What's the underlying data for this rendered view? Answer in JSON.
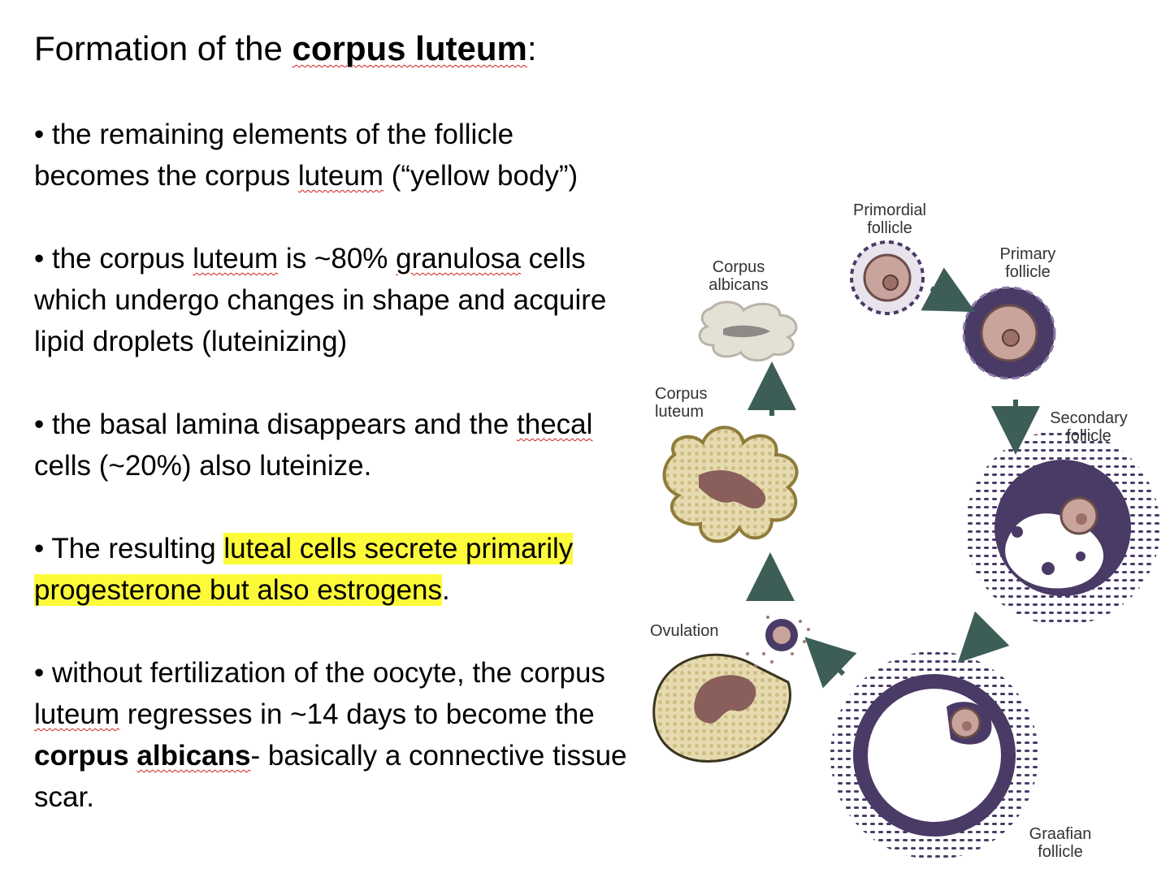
{
  "title": {
    "prefix": "Formation of the ",
    "bold": "corpus luteum",
    "suffix": ":"
  },
  "bullets": [
    {
      "p1": "• the remaining elements of the follicle becomes the corpus ",
      "s1": "luteum",
      "p2": " (“yellow body”)"
    },
    {
      "p1": "• the corpus ",
      "s1": "luteum",
      "p2": " is ~80% ",
      "s2": "granulosa",
      "p3": " cells which undergo changes in shape and acquire lipid droplets (luteinizing)"
    },
    {
      "s1": "thecal",
      "p0": "• the basal lamina disappears and the ",
      "p2": " cells (~20%) also luteinize."
    },
    {
      "p1": "• The resulting ",
      "hl": "luteal cells secrete primarily progesterone but also estrogens",
      "p2": "."
    },
    {
      "p1": "• without fertilization of the oocyte, the corpus ",
      "s1": "luteum",
      "p2": " regresses in ~14 days to become the ",
      "b1": "corpus ",
      "bs1": "albicans",
      "p3": "- basically a connective tissue scar."
    }
  ],
  "diagram": {
    "labels": {
      "primordial": "Primordial follicle",
      "primary": "Primary follicle",
      "secondary": "Secondary follicle",
      "graafian": "Graafian follicle",
      "ovulation": "Ovulation",
      "corpus_luteum": "Corpus luteum",
      "corpus_albicans": "Corpus albicans"
    }
  },
  "colors": {
    "highlight": "#fdfa3a",
    "spellcheck": "#d21c1c",
    "follicle_purple": "#4a3a66",
    "oocyte": "#c9a49c",
    "luteum_yellow": "#e3d7a4",
    "arrow": "#3d5e57"
  }
}
